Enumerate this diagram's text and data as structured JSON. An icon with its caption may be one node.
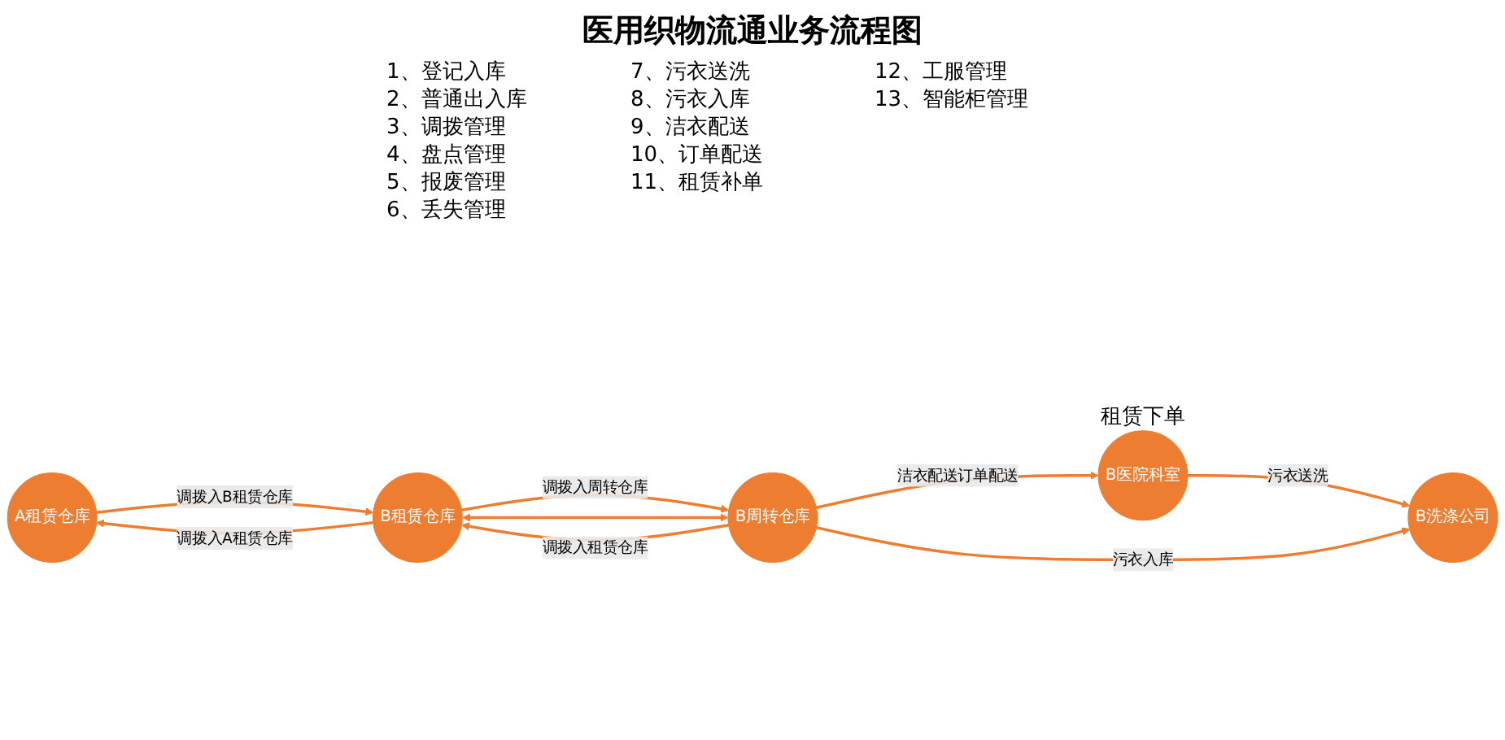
{
  "diagram": {
    "title": "医用织物流通业务流程图",
    "nodes": [
      {
        "text": [
          "A租赁仓库"
        ]
      },
      {
        "text": [
          "B租赁仓库"
        ]
      },
      {
        "text": [
          "B周转仓库"
        ]
      },
      {
        "text": [
          "B医院科室"
        ],
        "beside": [
          "租赁下单"
        ]
      },
      {
        "text": [
          "B洗涤公司"
        ]
      }
    ],
    "edges": [
      {
        "from": 0,
        "to": 1,
        "arrow": "to",
        "label": "调拨入B租赁仓库"
      },
      {
        "from": 1,
        "to": 0,
        "arrow": "to",
        "label": "调拨入A租赁仓库"
      },
      {
        "from": 1,
        "to": 2,
        "arrow": "to",
        "label": "调拨入周转仓库"
      },
      {
        "from": 2,
        "to": 1,
        "arrow": "to",
        "label": "调拨入租赁仓库"
      },
      {
        "from": 1,
        "to": 2,
        "arrow": "both"
      },
      {
        "from": 2,
        "to": 3,
        "arrow": "to",
        "label": "洁衣配送订单配送"
      },
      {
        "from": 3,
        "to": 4,
        "arrow": "to",
        "label": "污衣送洗"
      },
      {
        "from": 2,
        "to": 4,
        "arrow": "to",
        "label": "污衣入库"
      }
    ],
    "labels": [
      "1、登记入库",
      "2、普通出入库",
      "3、调拨管理",
      "4、盘点管理",
      "5、报废管理",
      "6、丢失管理",
      "7、污衣送洗",
      "8、污衣入库",
      "9、洁衣配送",
      "10、订单配送",
      "11、租赁补单",
      "12、工服管理",
      "13、智能柜管理"
    ]
  }
}
